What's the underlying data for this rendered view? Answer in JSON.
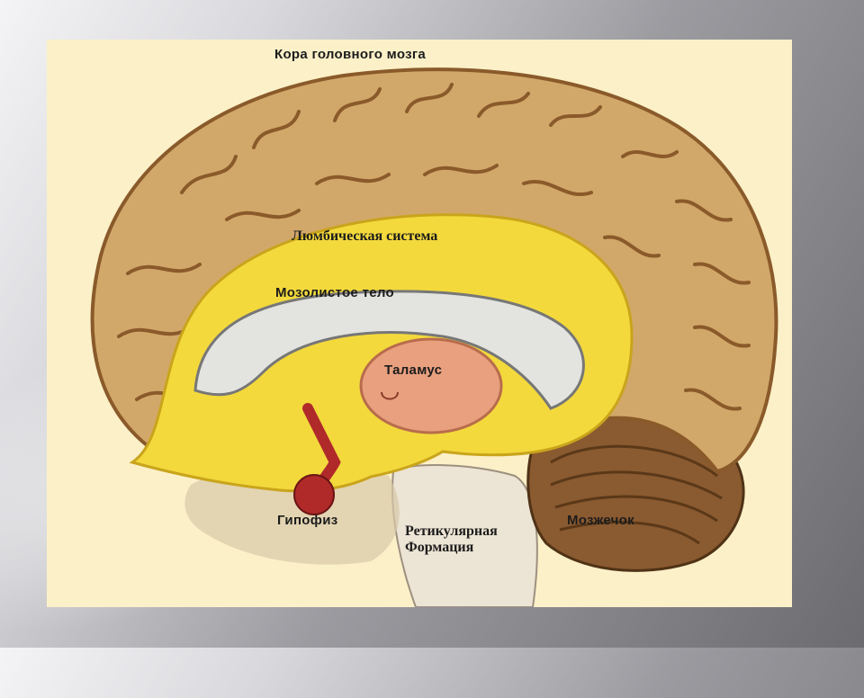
{
  "diagram": {
    "labels": {
      "cortex": "Кора головного мозга",
      "limbic": "Люмбическая система",
      "corpus": "Мозолистое тело",
      "thalamus": "Таламус",
      "pituitary": "Гипофиз",
      "reticular_line1": "Ретикулярная",
      "reticular_line2": "Формация",
      "cerebellum": "Мозжечок"
    },
    "colors": {
      "panel_background": "#fbf0c8",
      "cortex": "#d2a86a",
      "cortex_outline": "#8a5a2a",
      "limbic": "#f3d93c",
      "corpus_callosum": "#e3e3e0",
      "thalamus": "#e9a07f",
      "pituitary": "#b02a2a",
      "cerebellum": "#8a5a30",
      "brainstem": "#ece4d4"
    }
  }
}
